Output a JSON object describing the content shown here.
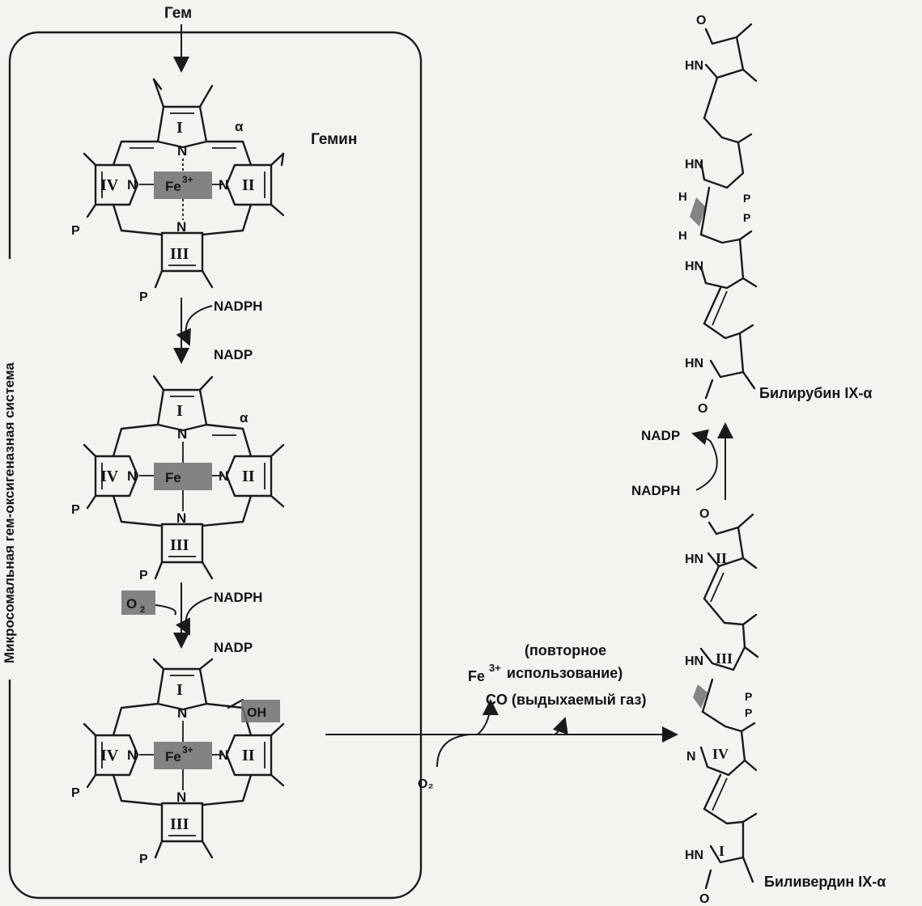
{
  "top_label": "Гем",
  "system_label": "Микросомальная гем-оксигеназная система",
  "hemin_label": "Гемин",
  "ring_numerals": [
    "I",
    "II",
    "III",
    "IV"
  ],
  "alpha": "α",
  "iron_center": "Fe",
  "iron_charge": "3+",
  "p_group": "P",
  "step1": {
    "in": "NADPH",
    "out": "NADP"
  },
  "step2": {
    "o2": "O",
    "o2_sub": "2",
    "in": "NADPH",
    "out": "NADP"
  },
  "hydroxyl": "OH",
  "step3": {
    "o2": "O₂",
    "fe_prefix": "Fe",
    "fe_charge": "3+",
    "fe_note_line1": "(повторное",
    "fe_note_line2": "использование)",
    "co_note": "CO (выдыхаемый газ)"
  },
  "step4": {
    "in": "NADPH",
    "out": "NADP"
  },
  "hn": "HN",
  "n": "N",
  "o": "O",
  "h": "H",
  "bilirubin_label": "Билирубин IX-α",
  "biliverdin_label": "Биливердин IX-α",
  "colors": {
    "line": "#1a1a1a",
    "highlight": "#6e6e6e",
    "background": "#f3f3ef"
  }
}
